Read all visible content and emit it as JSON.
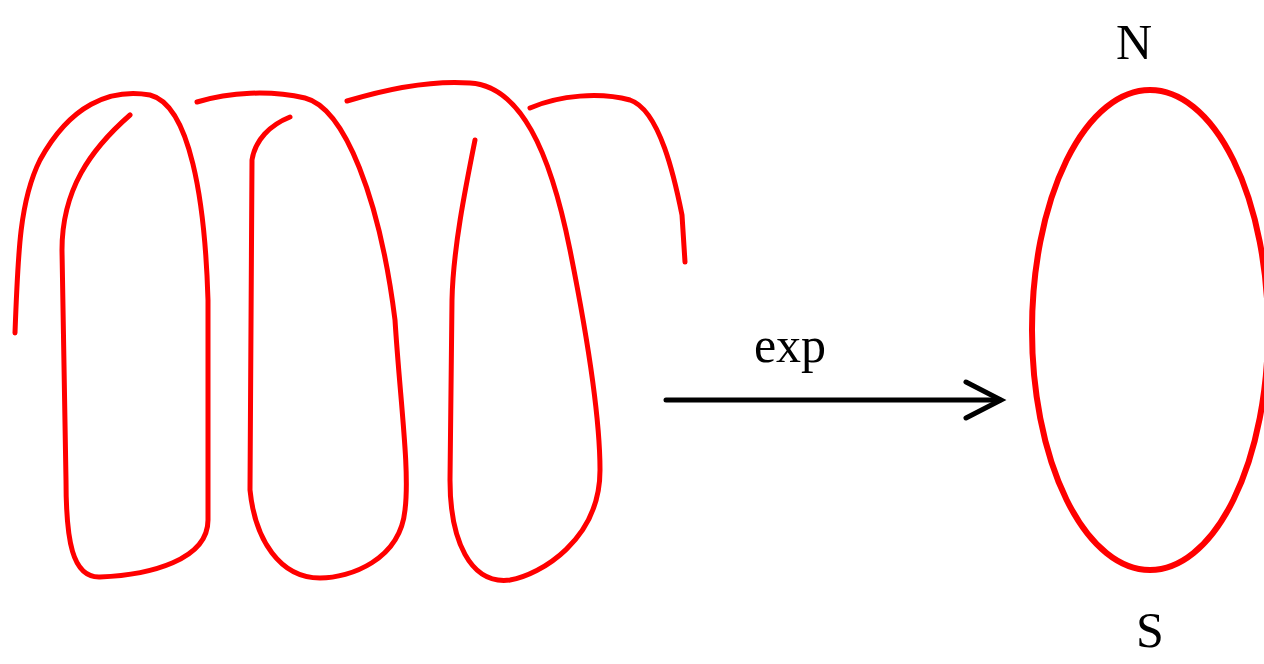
{
  "diagram": {
    "labels": [
      "exp",
      "N",
      "S"
    ]
  }
}
